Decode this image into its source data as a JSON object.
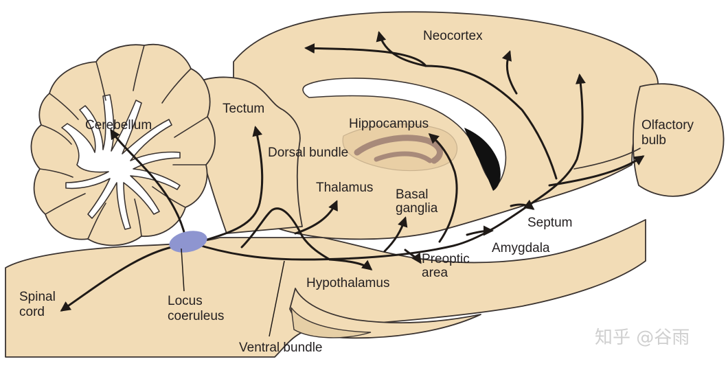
{
  "labels": {
    "neocortex": "Neocortex",
    "tectum": "Tectum",
    "cerebellum": "Cerebellum",
    "hippocampus": "Hippocampus",
    "olfactory_bulb_1": "Olfactory",
    "olfactory_bulb_2": "bulb",
    "dorsal_bundle": "Dorsal bundle",
    "thalamus": "Thalamus",
    "basal_ganglia_1": "Basal",
    "basal_ganglia_2": "ganglia",
    "septum": "Septum",
    "amygdala": "Amygdala",
    "preoptic_area_1": "Preoptic",
    "preoptic_area_2": "area",
    "hypothalamus": "Hypothalamus",
    "spinal_cord_1": "Spinal",
    "spinal_cord_2": "cord",
    "locus_coeruleus_1": "Locus",
    "locus_coeruleus_2": "coeruleus",
    "ventral_bundle": "Ventral bundle"
  },
  "watermark": "知乎 @谷雨",
  "colors": {
    "tissue": "#f2dcb6",
    "outline": "#3a3330",
    "fiber": "#1f1a17",
    "locus_coeruleus": "#8e95d0",
    "hippocampus": "#a88a7a",
    "ventricle": "#111111"
  }
}
